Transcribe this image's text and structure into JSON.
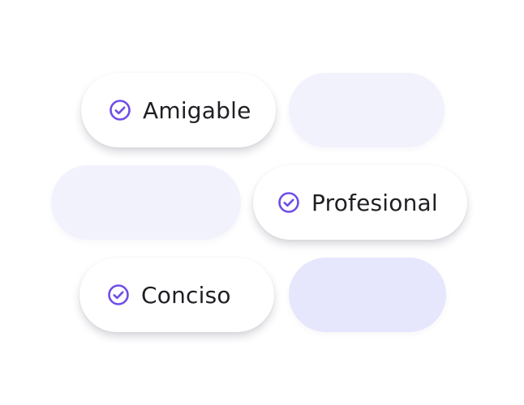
{
  "colors": {
    "accent": "#6f4de6",
    "chip_background": "#ffffff",
    "empty_chip_light": "#f2f2fd",
    "empty_chip_mid": "#e6e6fc",
    "text": "#1f1f24"
  },
  "chips": [
    {
      "label": "Amigable",
      "selected": true,
      "icon": "check-circle-icon"
    },
    {
      "label": "",
      "selected": false
    },
    {
      "label": "",
      "selected": false
    },
    {
      "label": "Profesional",
      "selected": true,
      "icon": "check-circle-icon"
    },
    {
      "label": "Conciso",
      "selected": true,
      "icon": "check-circle-icon"
    },
    {
      "label": "",
      "selected": false
    }
  ]
}
